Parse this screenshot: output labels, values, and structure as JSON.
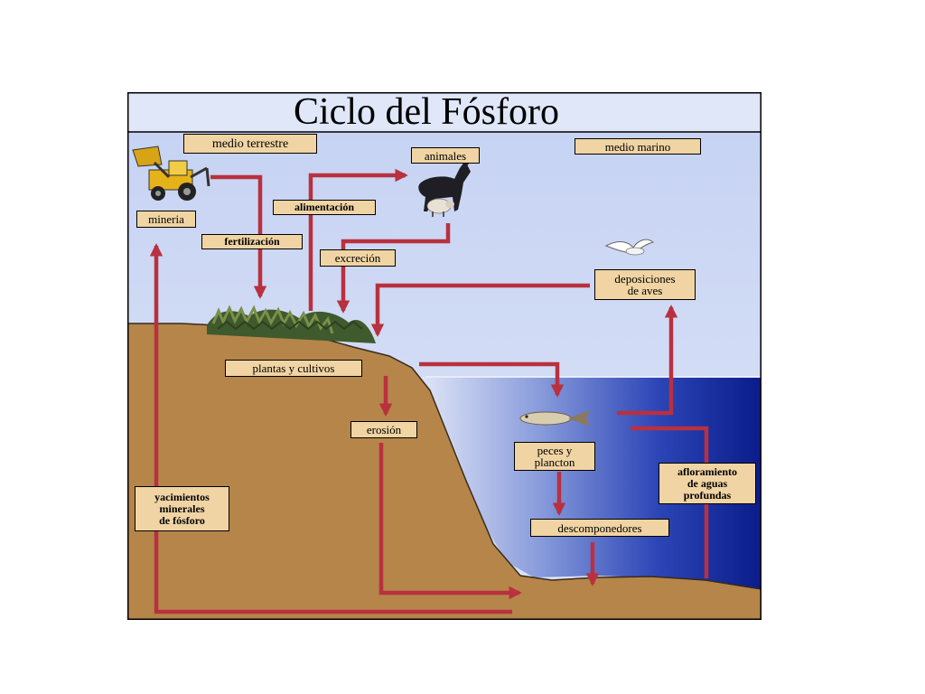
{
  "title": "Ciclo del Fósforo",
  "labels": {
    "medio_terrestre": "medio terrestre",
    "medio_marino": "medio marino",
    "animales": "animales",
    "mineria": "mineria",
    "alimentacion": "alimentación",
    "fertilizacion": "fertilización",
    "excrecion": "excreción",
    "deposiciones": "deposiciones\nde aves",
    "plantas": "plantas y cultivos",
    "erosion": "erosión",
    "peces": "peces y\nplancton",
    "afloramiento": "afloramiento\nde aguas\nprofundas",
    "yacimientos": "yacimientos\nminerales\nde fósforo",
    "descomponedores": "descomponedores"
  },
  "colors": {
    "sky": "#cdd8f3",
    "land": "#b5854a",
    "sea_deep": "#0c1f8f",
    "arrow": "#b9303f",
    "label_fill": "#f0d4a3"
  },
  "icons": [
    "backhoe-loader-icon",
    "horse-icon",
    "sheep-icon",
    "seagull-icon",
    "fish-icon",
    "plants-icon"
  ]
}
